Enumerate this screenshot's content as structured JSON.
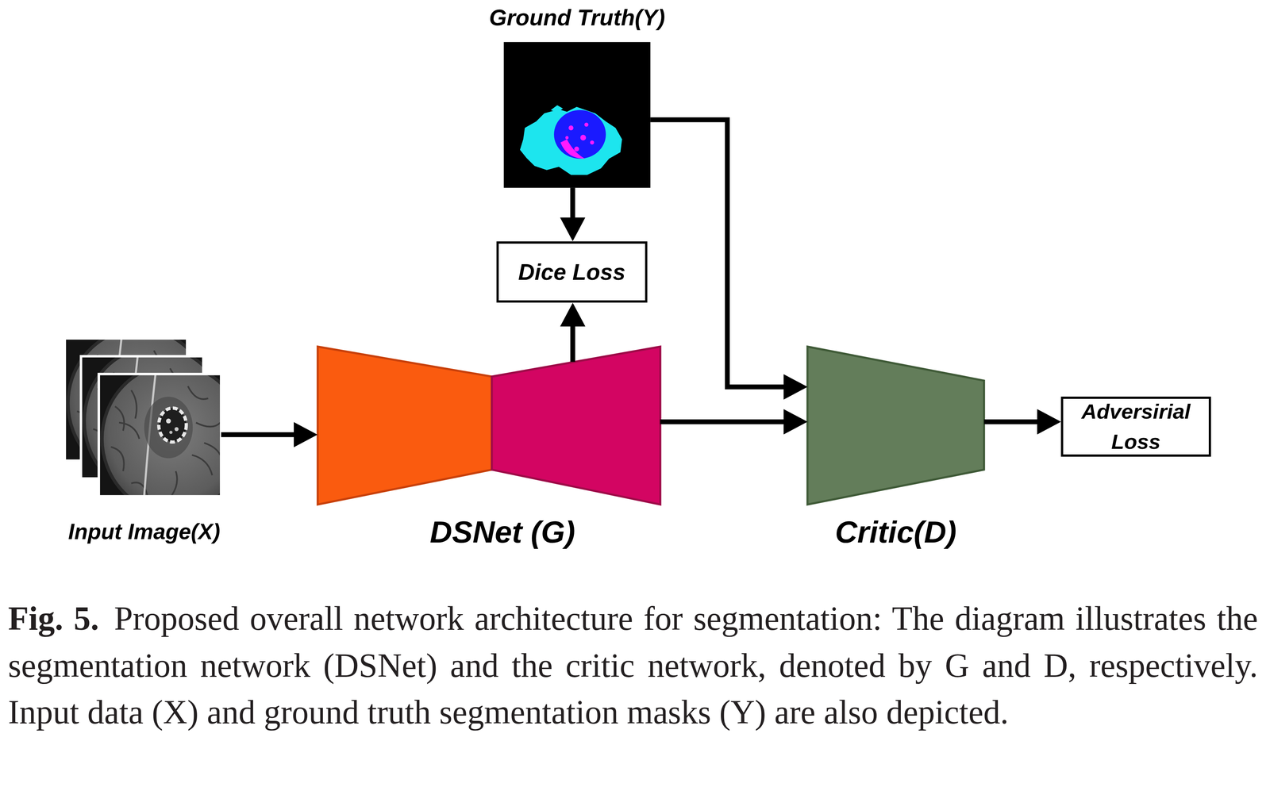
{
  "diagram": {
    "caption": "Proposed overall network architecture for segmentation: The diagram illustrates the segmentation network (DSNet) and the critic network, denoted by G and D, respectively. Input data (X) and ground truth segmentation masks (Y) are also depicted.",
    "nodes": [
      {
        "text": [
          "Ground Truth(Y)"
        ]
      },
      {
        "text": [
          "Dice Loss"
        ]
      },
      {
        "text": [
          "Input Image(X)"
        ]
      },
      {
        "text": [
          "DSNet (G)"
        ]
      },
      {
        "text": [
          "Critic(D)"
        ]
      },
      {
        "text": [
          "Adversirial Loss"
        ]
      }
    ],
    "edges": [
      {
        "from": 0,
        "to": 1,
        "arrow": "to"
      },
      {
        "from": 3,
        "to": 1,
        "arrow": "to"
      },
      {
        "from": 2,
        "to": 3,
        "arrow": "to"
      },
      {
        "from": 0,
        "to": 4,
        "arrow": "to"
      },
      {
        "from": 3,
        "to": 4,
        "arrow": "to"
      },
      {
        "from": 4,
        "to": 5,
        "arrow": "to"
      }
    ],
    "labels": [
      "Fig. 5."
    ]
  }
}
